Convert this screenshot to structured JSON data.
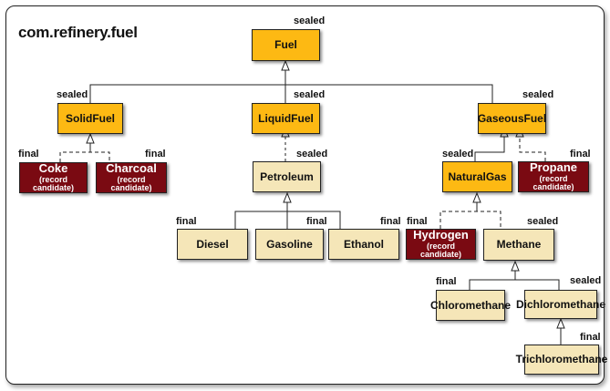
{
  "package": "com.refinery.fuel",
  "record_sub": "(record candidate)",
  "nodes": {
    "fuel": {
      "name": "Fuel",
      "modifier": "sealed"
    },
    "solidfuel": {
      "name": "SolidFuel",
      "modifier": "sealed"
    },
    "liquidfuel": {
      "name": "LiquidFuel",
      "modifier": "sealed"
    },
    "gaseousfuel": {
      "name": "GaseousFuel",
      "modifier": "sealed"
    },
    "coke": {
      "name": "Coke",
      "modifier": "final"
    },
    "charcoal": {
      "name": "Charcoal",
      "modifier": "final"
    },
    "petroleum": {
      "name": "Petroleum",
      "modifier": "sealed"
    },
    "naturalgas": {
      "name": "NaturalGas",
      "modifier": "sealed"
    },
    "propane": {
      "name": "Propane",
      "modifier": "final"
    },
    "diesel": {
      "name": "Diesel",
      "modifier": "final"
    },
    "gasoline": {
      "name": "Gasoline",
      "modifier": "final"
    },
    "ethanol": {
      "name": "Ethanol",
      "modifier": "final"
    },
    "hydrogen": {
      "name": "Hydrogen",
      "modifier": "final"
    },
    "methane": {
      "name": "Methane",
      "modifier": "sealed"
    },
    "chloromethane": {
      "name": "Chloromethane",
      "modifier": "final"
    },
    "dichloromethane": {
      "name": "Dichloromethane",
      "modifier": "sealed"
    },
    "trichloromethane": {
      "name": "Trichloromethane",
      "modifier": "final"
    }
  },
  "colors": {
    "sealed": "#fdb913",
    "final": "#f5e6b8",
    "record": "#7a0a12"
  }
}
